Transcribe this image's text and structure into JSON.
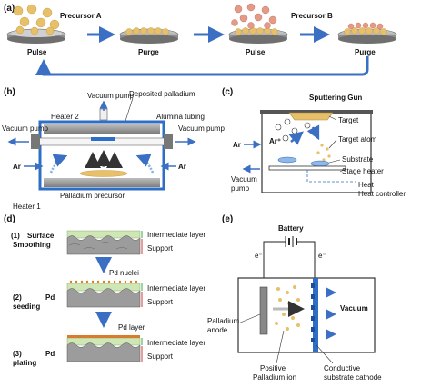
{
  "panel_a": {
    "letter": "(a)",
    "precursor_a": "Precursor A",
    "precursor_b": "Precursor B",
    "steps": [
      "Pulse",
      "Purge",
      "Pulse",
      "Purge"
    ]
  },
  "panel_b": {
    "letter": "(b)",
    "vacuum_pump_top": "Vacuum pump",
    "deposited_palladium": "Deposited palladium",
    "heater2": "Heater 2",
    "alumina_tubing": "Alumina tubing",
    "vacuum_pump_left": "Vacuum pump",
    "vacuum_pump_right": "Vacuum pump",
    "ar_left": "Ar",
    "ar_right": "Ar",
    "palladium_precursor": "Palladium precursor",
    "heater1": "Heater 1"
  },
  "panel_c": {
    "letter": "(c)",
    "sputtering_gun": "Sputtering Gun",
    "target": "Target",
    "ar_plus": "Ar⁺",
    "target_atom": "Target atom",
    "substrate": "Substrate",
    "stage_heater": "Stage heater",
    "heat_controller": "Heat controller",
    "ar": "Ar",
    "vacuum_pump": "Vacuum pump"
  },
  "panel_d": {
    "letter": "(d)",
    "step1_num": "(1)",
    "step1_name": "Surface",
    "step1_name2": "Smoothing",
    "step2_num": "(2)",
    "step2_name": "Pd",
    "step2_name2": "seeding",
    "step3_num": "(3)",
    "step3_name": "Pd",
    "step3_name2": "plating",
    "intermediate_layer": "Intermediate layer",
    "support": "Support",
    "pd_nuclei": "Pd nuclei",
    "pd_layer": "Pd layer"
  },
  "panel_e": {
    "letter": "(e)",
    "battery": "Battery",
    "electron": "e⁻",
    "vacuum": "Vacuum",
    "palladium_anode": "Palladium",
    "palladium_anode2": "anode",
    "positive_ion": "Positive",
    "positive_ion2": "Palladium ion",
    "cathode": "Conductive",
    "cathode2": "substrate cathode"
  },
  "colors": {
    "precursor_a": "#e8c06a",
    "precursor_b": "#e49a86",
    "arrow_blue": "#3a6fc4",
    "chamber_blue": "#2f6ec6",
    "heater_grey": "#8a8a8a",
    "pd_orange": "#e07a2a"
  }
}
